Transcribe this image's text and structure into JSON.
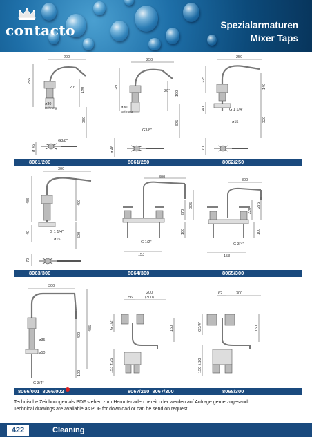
{
  "header": {
    "brand": "contacto",
    "title_de": "Spezialarmaturen",
    "title_en": "Mixer Taps"
  },
  "rows": [
    {
      "models": [
        "8061/200",
        "8061/250",
        "8062/250"
      ],
      "dims": {
        "w1": "200",
        "w2": "250",
        "w3": "250",
        "h1": "255",
        "h2": "280",
        "h3": "225",
        "a1": "20°",
        "a2": "20°",
        "d1": "190",
        "d2": "190",
        "d3": "140",
        "r1": "350",
        "r2": "395",
        "r3": "320",
        "h3b": "40",
        "bore1": "ø30",
        "bore1b": "Bohrung",
        "bore2": "ø30",
        "bore2b": "Bohrung",
        "thread1": "G 1 1/4\"",
        "dia1": "ø15",
        "min1": "ø 46",
        "min2": "ø 46",
        "min3": "70",
        "g1": "G3/8\"",
        "g2": "G3/8\""
      }
    },
    {
      "models": [
        "8063/300",
        "8064/300",
        "8065/300"
      ],
      "dims": {
        "w1": "300",
        "w2": "300",
        "w3": "300",
        "h1": "485",
        "h1b": "400",
        "h1c": "40",
        "h1d": "500",
        "thread1": "G 1 1/4\"",
        "dia1": "ø15",
        "min1": "70",
        "h2a": "270",
        "h2b": "325",
        "h2c": "100",
        "g2": "G 1/2\"",
        "s2": "153",
        "h3a": "220",
        "h3b": "275",
        "h3c": "100",
        "g3": "G 3/4\"",
        "s3": "153"
      }
    },
    {
      "models_left": "8066/001  8066/002",
      "models_mid": "8067/250  8067/300",
      "models_right": "8068/300",
      "dims": {
        "w1": "300",
        "h1a": "420",
        "h1b": "485",
        "h1c": "100",
        "d1": "ø35",
        "d2": "ø50",
        "g1": "G 3/4\"",
        "w2a": "56",
        "w2b": "200",
        "w2c": "(300)",
        "g2": "G 1/2\"",
        "h2": "160",
        "s2": "153 ± 25",
        "w3a": "62",
        "w3b": "300",
        "g3": "G3/4\"",
        "h3": "160",
        "s3": "150 ± 20"
      }
    }
  ],
  "notes": {
    "de": "Technische Zeichnungen als PDF stehen zum Herunterladen bereit oder werden auf Anfrage gerne zugesandt.",
    "en": "Technical drawings are available as PDF for download or can be send on request."
  },
  "footer": {
    "page": "422",
    "category": "Cleaning"
  },
  "colors": {
    "band": "#1a4a7e",
    "marker": "#d92020",
    "line": "#555555"
  }
}
